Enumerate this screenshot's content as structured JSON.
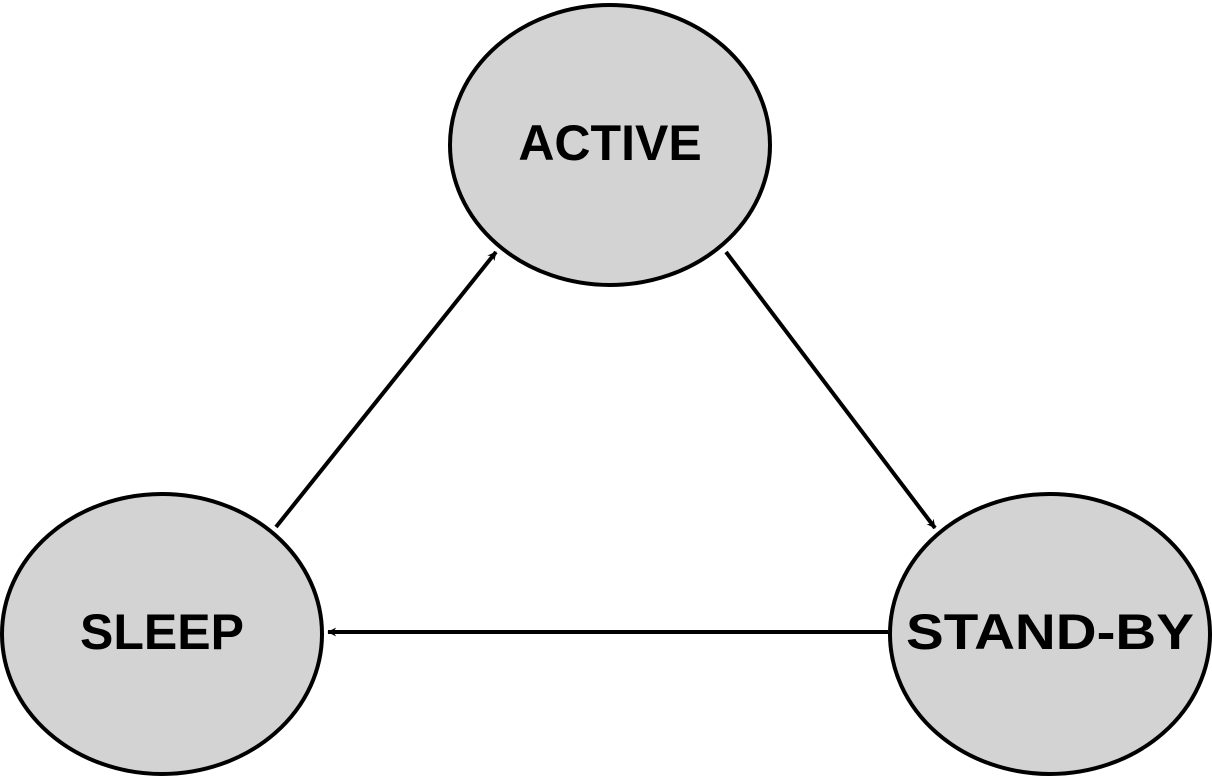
{
  "colors": {
    "node_fill": "#d3d3d3",
    "stroke": "#000000",
    "text": "#000000",
    "background": "#ffffff"
  },
  "states": {
    "active": {
      "label": "ACTIVE"
    },
    "standby": {
      "label": "STAND-BY"
    },
    "sleep": {
      "label": "SLEEP"
    }
  },
  "transitions": [
    {
      "from": "ACTIVE",
      "to": "STAND-BY"
    },
    {
      "from": "STAND-BY",
      "to": "SLEEP"
    },
    {
      "from": "SLEEP",
      "to": "ACTIVE"
    }
  ]
}
